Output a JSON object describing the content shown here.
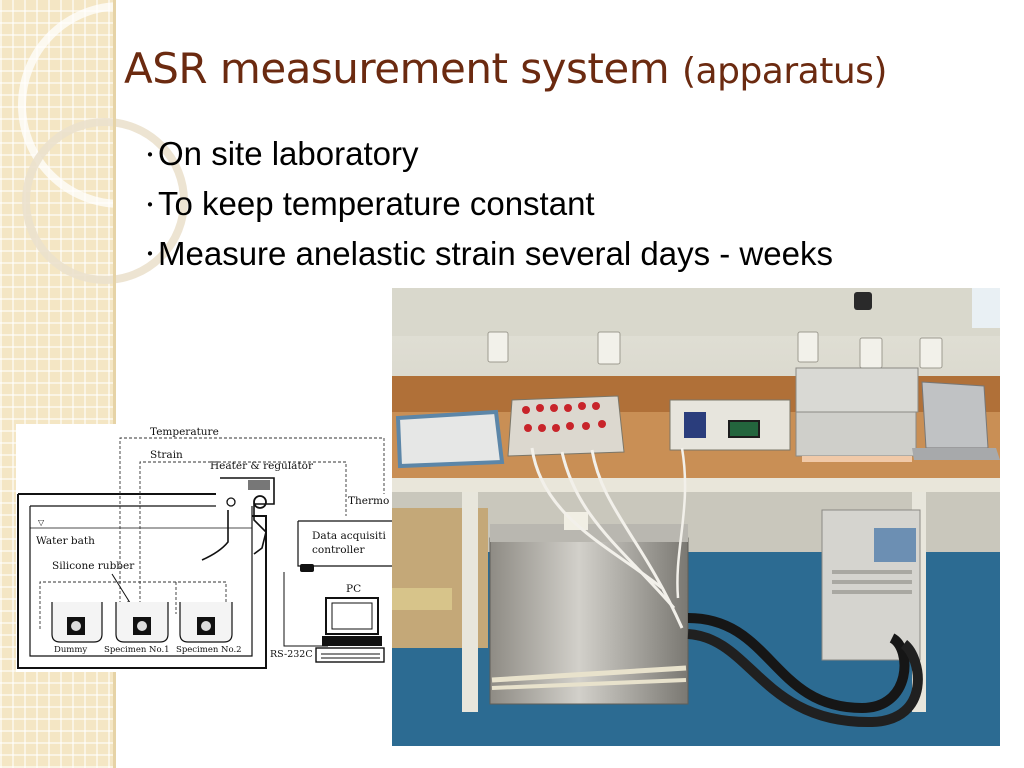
{
  "slide": {
    "title_main": "ASR measurement system",
    "title_paren": "(apparatus)",
    "bullet_marker": "・",
    "bullets": [
      "On site laboratory",
      "To keep temperature constant",
      "Measure anelastic strain several days - weeks"
    ]
  },
  "diagram": {
    "labels": {
      "temperature": "Temperature",
      "strain": "Strain",
      "heater": "Heater & regulator",
      "thermo": "Thermo",
      "water_bath": "Water bath",
      "silicone": "Silicone rubber",
      "daq_line1": "Data acquisiti",
      "daq_line2": "controller",
      "pc": "PC",
      "rs232c": "RS-232C",
      "dummy": "Dummy",
      "spec1": "Specimen No.1",
      "spec2": "Specimen No.2"
    }
  },
  "colors": {
    "title": "#6b2a10",
    "strip": "#f4e6c4",
    "floor": "#2c6b92",
    "bench": "#c98f55"
  }
}
